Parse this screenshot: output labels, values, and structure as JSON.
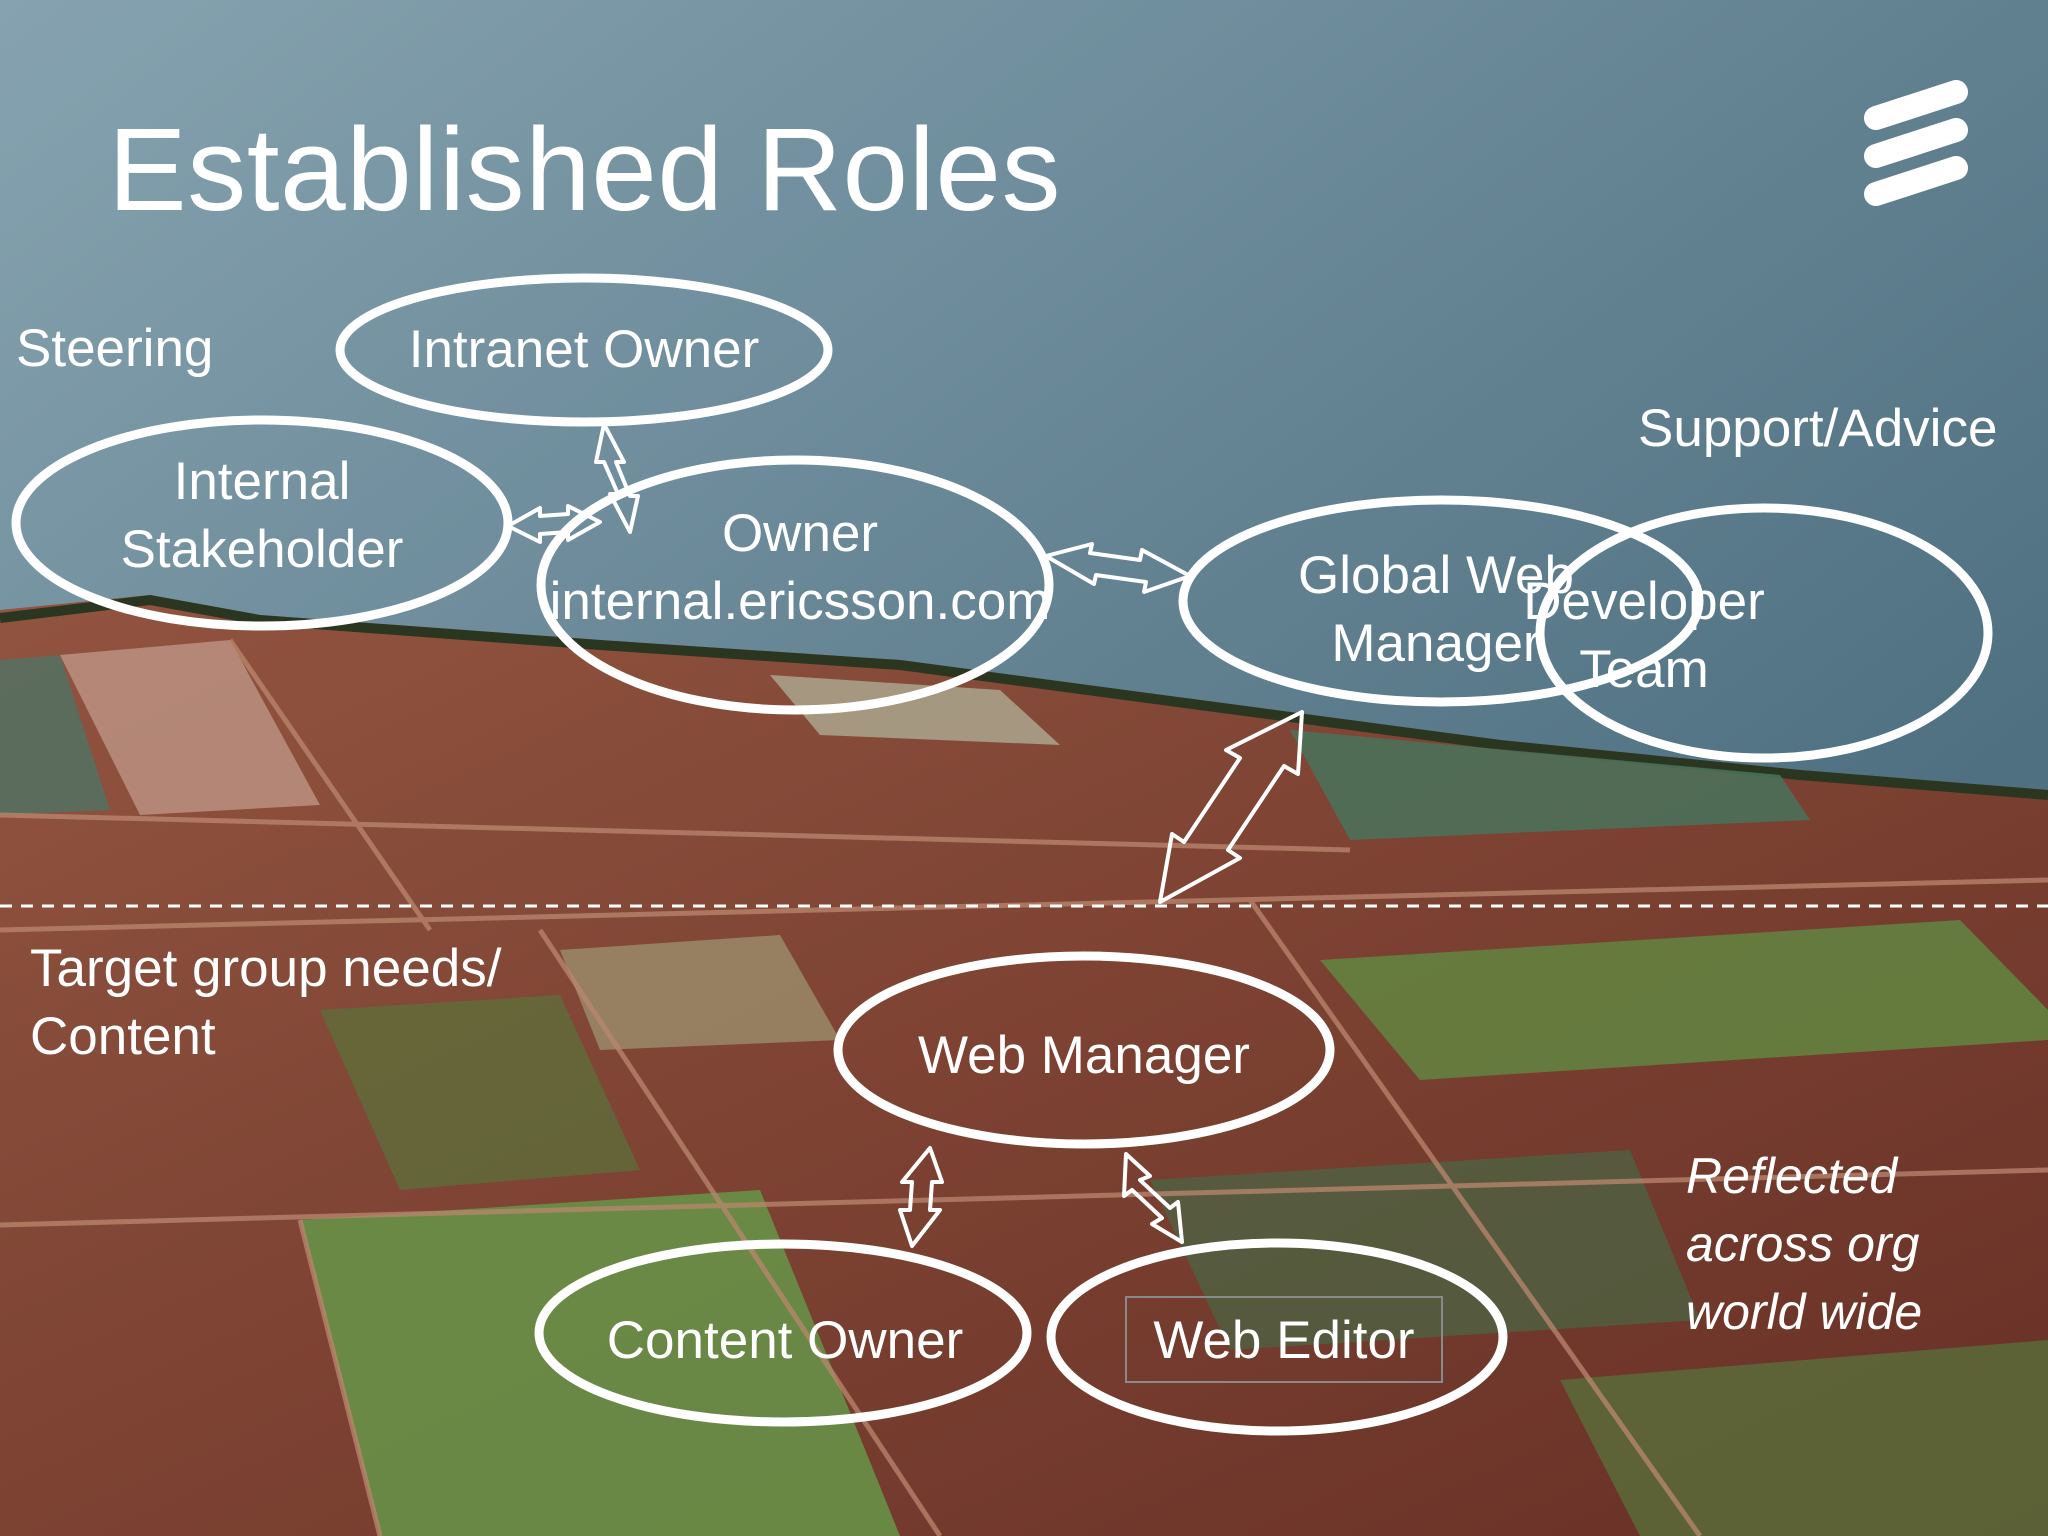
{
  "slide": {
    "title": "Established Roles",
    "zones": {
      "steering": "Steering",
      "support": "Support/Advice",
      "target_line1": "Target group needs/",
      "target_line2": "Content"
    },
    "nodes": {
      "intranet_owner": "Intranet Owner",
      "internal_stakeholder_1": "Internal",
      "internal_stakeholder_2": "Stakeholder",
      "owner_1": "Owner",
      "owner_2": "internal.ericsson.com",
      "global_web_manager_1": "Global Web",
      "global_web_manager_2": "Manager",
      "developer_team_1": "Developer",
      "developer_team_2": "Team",
      "web_manager": "Web Manager",
      "content_owner": "Content Owner",
      "web_editor": "Web Editor"
    },
    "note": {
      "line1": "Reflected",
      "line2": "across org",
      "line3": "world wide"
    },
    "logo": "ericsson-logo",
    "colors": {
      "sea": "#6f92a4",
      "fields": "#8a4a34",
      "line": "#ffffff"
    }
  }
}
